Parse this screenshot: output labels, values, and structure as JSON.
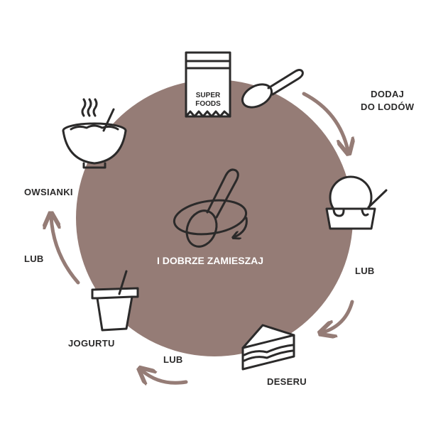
{
  "diagram": {
    "center_text": "I DOBRZE ZAMIESZAJ",
    "package_text_line1": "SUPER",
    "package_text_line2": "FOODS",
    "labels": {
      "dodaj_line1": "DODAJ",
      "dodaj_line2": "DO LODÓW",
      "lub_right": "LUB",
      "deseru": "DESERU",
      "lub_bottom": "LUB",
      "jogurtu": "JOGURTU",
      "lub_left": "LUB",
      "owsianki": "OWSIANKI"
    },
    "colors": {
      "circle": "#957c76",
      "arrows": "#957c76",
      "icon_stroke": "#2b2a2a",
      "text": "#2b2a2a",
      "center_text": "#ffffff"
    }
  }
}
